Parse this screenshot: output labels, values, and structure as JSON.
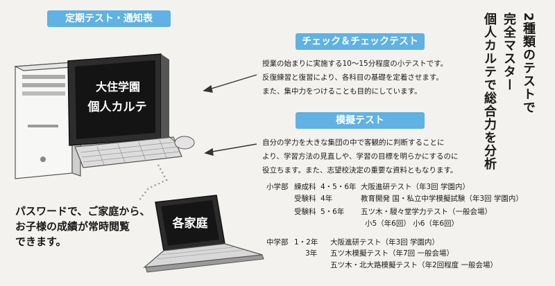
{
  "header": {
    "title": "定期テスト・通知表"
  },
  "vertical_headline": [
    "2種類のテストで",
    "完全マスター",
    "個人カルテで総合力を分析"
  ],
  "monitor": {
    "line1": "大住学園",
    "line2": "個人カルテ"
  },
  "laptop": {
    "label": "各家庭"
  },
  "check_test": {
    "title": "チェック＆チェックテスト",
    "lines": [
      "授業の始まりに実施する10～15分程度の小テストです。",
      "反復練習と復習により、各科目の基礎を定着させます。",
      "また、集中力をつけることも目的にしています。"
    ]
  },
  "mock_test": {
    "title": "模擬テスト",
    "lines": [
      "自分の学力を大きな集団の中で客観的に判断することに",
      "より、学習方法の見直しや、学習の目標を明らかにするのに",
      "役立ちます。また、志望校決定の重要な資料ともなります。"
    ]
  },
  "schedule": {
    "elementary": {
      "division": "小学部",
      "rows": [
        {
          "course": "練成科",
          "grades": "4・5・6年",
          "detail": "大阪進研テスト（年3回 学園内）"
        },
        {
          "course": "受験科",
          "grades": "4年",
          "detail": "教育開発 国・私立中学模擬試験（年3回 学園内）"
        },
        {
          "course": "受験科",
          "grades": "5・6年",
          "detail": "五ツ木・駸々堂学力テスト（一般会場）"
        },
        {
          "course": "",
          "grades": "",
          "detail": "小5（年6回） 小6（年6回）"
        }
      ]
    },
    "junior_high": {
      "division": "中学部",
      "rows": [
        {
          "grades": "1・2年",
          "detail": "大阪進研テスト（年3回 学園内）"
        },
        {
          "grades": "3年",
          "detail": "五ツ木模擬テスト（年7回 一般会場）"
        },
        {
          "grades": "",
          "detail": "五ツ木・北大路模擬テスト（年2回程度 一般会場）"
        }
      ]
    }
  },
  "note": {
    "lines": [
      "パスワードで、ご家庭から、",
      "お子様の成績が常時閲覧",
      "できます。"
    ]
  },
  "colors": {
    "accent": "#5fb2e3",
    "background": "#f3f2ee"
  }
}
